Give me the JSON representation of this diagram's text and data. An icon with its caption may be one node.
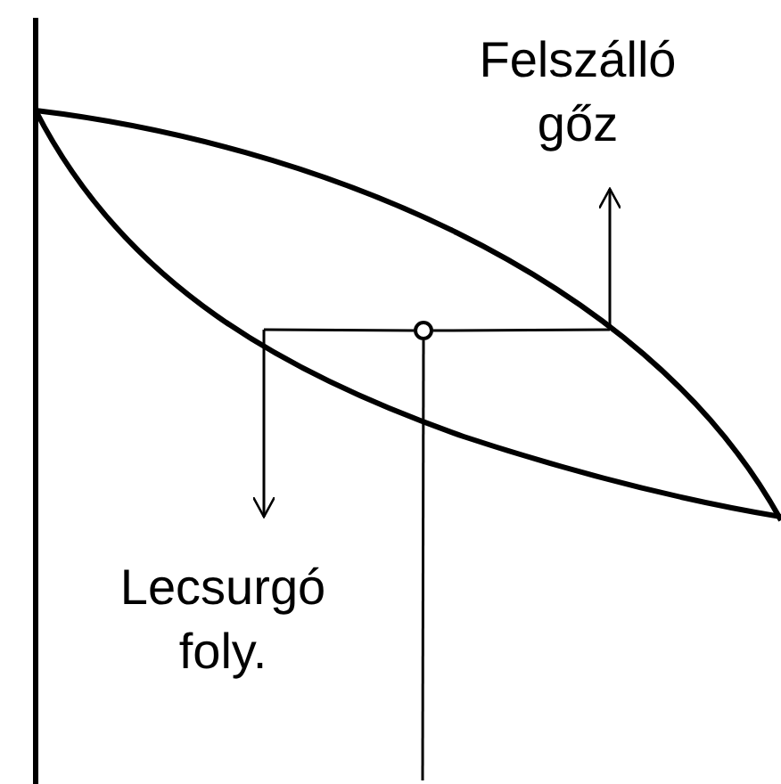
{
  "diagram": {
    "nodes": [
      {
        "text": [
          "Felszálló gőz"
        ]
      },
      {
        "text": [
          "Lecsurgó foly."
        ]
      },
      {
        "text": [],
        "shape": "circle"
      }
    ],
    "edges": [
      {
        "from": null,
        "to": 0,
        "arrow": "to"
      },
      {
        "from": null,
        "to": 1,
        "arrow": "to"
      },
      {
        "from": 2,
        "to": null,
        "arrow": "none"
      },
      {
        "from": 2,
        "to": null,
        "arrow": "none"
      },
      {
        "from": 2,
        "to": null,
        "arrow": "none"
      }
    ]
  }
}
